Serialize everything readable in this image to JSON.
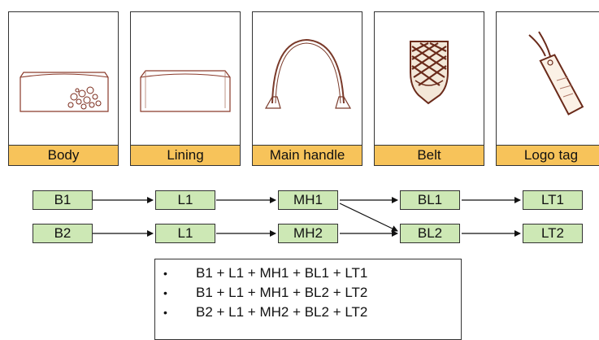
{
  "components": [
    {
      "label": "Body",
      "icon": "bag-body-icon"
    },
    {
      "label": "Lining",
      "icon": "bag-lining-icon"
    },
    {
      "label": "Main handle",
      "icon": "handle-icon"
    },
    {
      "label": "Belt",
      "icon": "woven-belt-icon"
    },
    {
      "label": "Logo tag",
      "icon": "logo-tag-icon"
    }
  ],
  "flow": {
    "row1": [
      "B1",
      "L1",
      "MH1",
      "BL1",
      "LT1"
    ],
    "row2": [
      "B2",
      "L1",
      "MH2",
      "BL2",
      "LT2"
    ]
  },
  "combinations": [
    "B1 + L1 + MH1 + BL1 + LT1",
    "B1 + L1 + MH1 + BL2 + LT2",
    "B2 + L1 + MH2 + BL2 + LT2"
  ],
  "bullet": "•",
  "colors": {
    "label_fill": "#f7c35a",
    "node_fill": "#cde8b5",
    "stroke": "#333333"
  }
}
